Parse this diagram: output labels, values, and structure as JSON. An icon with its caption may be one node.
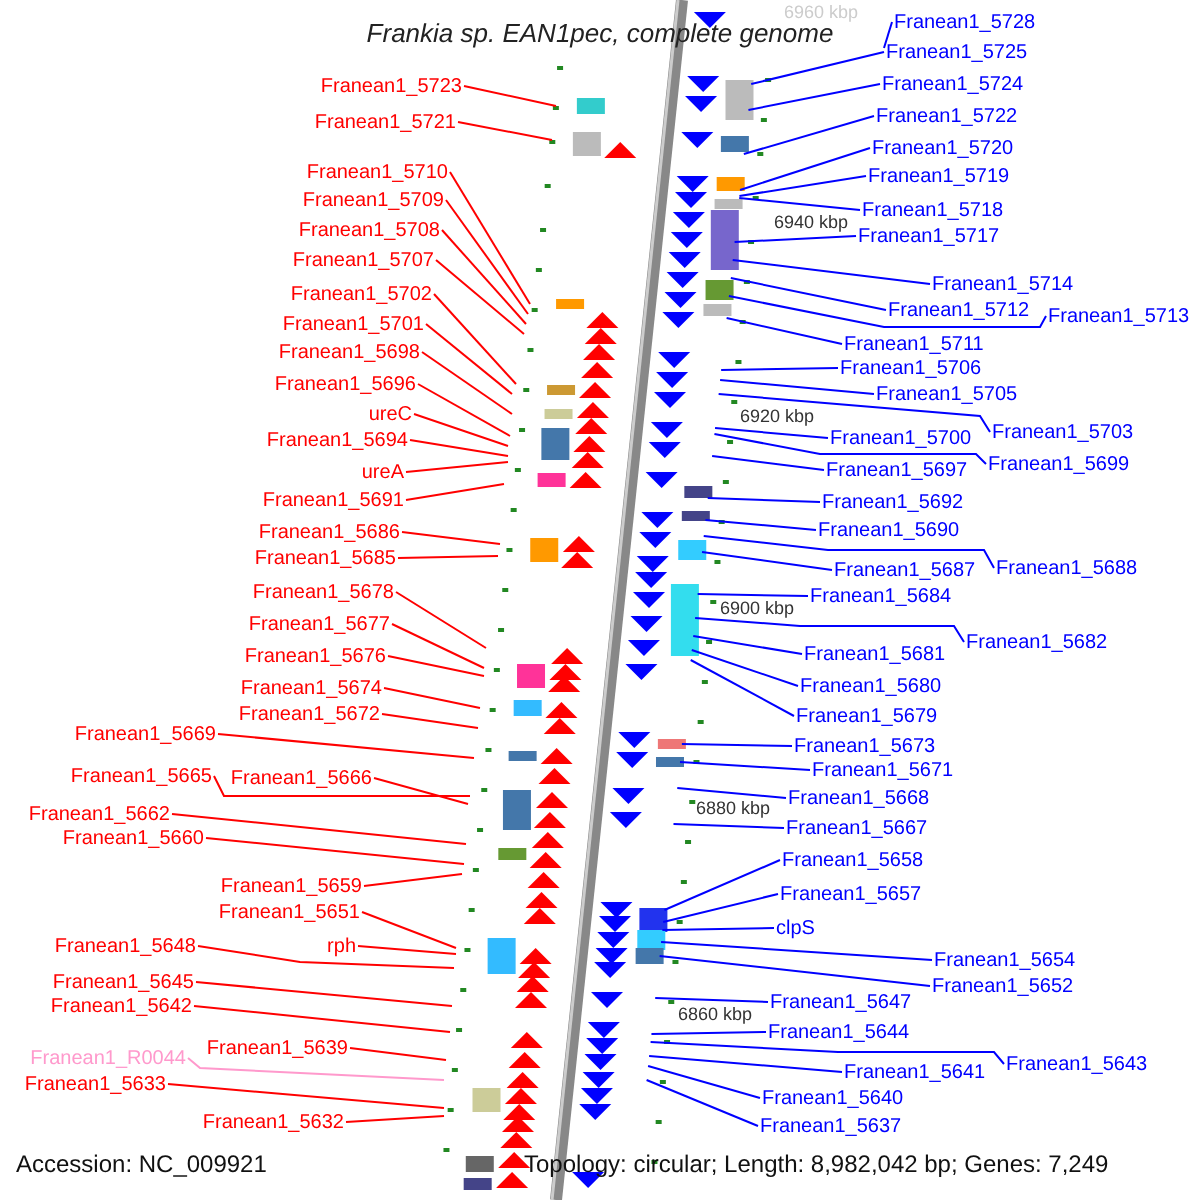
{
  "diagram": {
    "title": "Frankia sp. EAN1pec, complete genome",
    "nodes": [
      {
        "text": [
          "Franean1_5723"
        ]
      },
      {
        "text": [
          "Franean1_5721"
        ]
      },
      {
        "text": [
          "Franean1_5710"
        ]
      },
      {
        "text": [
          "Franean1_5709"
        ]
      },
      {
        "text": [
          "Franean1_5708"
        ]
      },
      {
        "text": [
          "Franean1_5707"
        ]
      },
      {
        "text": [
          "Franean1_5702"
        ]
      },
      {
        "text": [
          "Franean1_5701"
        ]
      },
      {
        "text": [
          "Franean1_5698"
        ]
      },
      {
        "text": [
          "Franean1_5696"
        ]
      },
      {
        "text": [
          "ureC"
        ]
      },
      {
        "text": [
          "Franean1_5694"
        ]
      },
      {
        "text": [
          "ureA"
        ]
      },
      {
        "text": [
          "Franean1_5691"
        ]
      },
      {
        "text": [
          "Franean1_5686"
        ]
      },
      {
        "text": [
          "Franean1_5685"
        ]
      },
      {
        "text": [
          "Franean1_5678"
        ]
      },
      {
        "text": [
          "Franean1_5677"
        ]
      },
      {
        "text": [
          "Franean1_5676"
        ]
      },
      {
        "text": [
          "Franean1_5674"
        ]
      },
      {
        "text": [
          "Franean1_5672"
        ]
      },
      {
        "text": [
          "Franean1_5669"
        ]
      },
      {
        "text": [
          "Franean1_5665"
        ]
      },
      {
        "text": [
          "Franean1_5666"
        ]
      },
      {
        "text": [
          "Franean1_5662"
        ]
      },
      {
        "text": [
          "Franean1_5660"
        ]
      },
      {
        "text": [
          "Franean1_5659"
        ]
      },
      {
        "text": [
          "Franean1_5651"
        ]
      },
      {
        "text": [
          "rph"
        ]
      },
      {
        "text": [
          "Franean1_5648"
        ]
      },
      {
        "text": [
          "Franean1_5645"
        ]
      },
      {
        "text": [
          "Franean1_5642"
        ]
      },
      {
        "text": [
          "Franean1_5639"
        ]
      },
      {
        "text": [
          "Franean1_R0044"
        ]
      },
      {
        "text": [
          "Franean1_5633"
        ]
      },
      {
        "text": [
          "Franean1_5632"
        ]
      },
      {
        "text": [
          "Franean1_5728"
        ]
      },
      {
        "text": [
          "Franean1_5725"
        ]
      },
      {
        "text": [
          "Franean1_5724"
        ]
      },
      {
        "text": [
          "Franean1_5722"
        ]
      },
      {
        "text": [
          "Franean1_5720"
        ]
      },
      {
        "text": [
          "Franean1_5719"
        ]
      },
      {
        "text": [
          "Franean1_5718"
        ]
      },
      {
        "text": [
          "Franean1_5717"
        ]
      },
      {
        "text": [
          "Franean1_5714"
        ]
      },
      {
        "text": [
          "Franean1_5712"
        ]
      },
      {
        "text": [
          "Franean1_5713"
        ]
      },
      {
        "text": [
          "Franean1_5711"
        ]
      },
      {
        "text": [
          "Franean1_5706"
        ]
      },
      {
        "text": [
          "Franean1_5705"
        ]
      },
      {
        "text": [
          "Franean1_5703"
        ]
      },
      {
        "text": [
          "Franean1_5700"
        ]
      },
      {
        "text": [
          "Franean1_5699"
        ]
      },
      {
        "text": [
          "Franean1_5697"
        ]
      },
      {
        "text": [
          "Franean1_5692"
        ]
      },
      {
        "text": [
          "Franean1_5690"
        ]
      },
      {
        "text": [
          "Franean1_5688"
        ]
      },
      {
        "text": [
          "Franean1_5687"
        ]
      },
      {
        "text": [
          "Franean1_5684"
        ]
      },
      {
        "text": [
          "Franean1_5682"
        ]
      },
      {
        "text": [
          "Franean1_5681"
        ]
      },
      {
        "text": [
          "Franean1_5680"
        ]
      },
      {
        "text": [
          "Franean1_5679"
        ]
      },
      {
        "text": [
          "Franean1_5673"
        ]
      },
      {
        "text": [
          "Franean1_5671"
        ]
      },
      {
        "text": [
          "Franean1_5668"
        ]
      },
      {
        "text": [
          "Franean1_5667"
        ]
      },
      {
        "text": [
          "Franean1_5658"
        ]
      },
      {
        "text": [
          "Franean1_5657"
        ]
      },
      {
        "text": [
          "clpS"
        ]
      },
      {
        "text": [
          "Franean1_5654"
        ]
      },
      {
        "text": [
          "Franean1_5652"
        ]
      },
      {
        "text": [
          "Franean1_5647"
        ]
      },
      {
        "text": [
          "Franean1_5644"
        ]
      },
      {
        "text": [
          "Franean1_5643"
        ]
      },
      {
        "text": [
          "Franean1_5641"
        ]
      },
      {
        "text": [
          "Franean1_5640"
        ]
      },
      {
        "text": [
          "Franean1_5637"
        ]
      }
    ],
    "edges": [
      {
        "from": 0,
        "to": null,
        "arrow": "none",
        "color": "#ff0000"
      },
      {
        "from": 1,
        "to": null,
        "arrow": "none",
        "color": "#ff0000"
      },
      {
        "from": 2,
        "to": null,
        "arrow": "none",
        "color": "#ff0000"
      },
      {
        "from": 3,
        "to": null,
        "arrow": "none",
        "color": "#ff0000"
      },
      {
        "from": 4,
        "to": null,
        "arrow": "none",
        "color": "#ff0000"
      },
      {
        "from": 5,
        "to": null,
        "arrow": "none",
        "color": "#ff0000"
      },
      {
        "from": 6,
        "to": null,
        "arrow": "none",
        "color": "#ff0000"
      },
      {
        "from": 7,
        "to": null,
        "arrow": "none",
        "color": "#ff0000"
      },
      {
        "from": 8,
        "to": null,
        "arrow": "none",
        "color": "#ff0000"
      },
      {
        "from": 9,
        "to": null,
        "arrow": "none",
        "color": "#ff0000"
      },
      {
        "from": 10,
        "to": null,
        "arrow": "none",
        "color": "#ff0000"
      },
      {
        "from": 11,
        "to": null,
        "arrow": "none",
        "color": "#ff0000"
      },
      {
        "from": 12,
        "to": null,
        "arrow": "none",
        "color": "#ff0000"
      },
      {
        "from": 13,
        "to": null,
        "arrow": "none",
        "color": "#ff0000"
      },
      {
        "from": 14,
        "to": null,
        "arrow": "none",
        "color": "#ff0000"
      },
      {
        "from": 15,
        "to": null,
        "arrow": "none",
        "color": "#ff0000"
      },
      {
        "from": 16,
        "to": null,
        "arrow": "none",
        "color": "#ff0000"
      },
      {
        "from": 17,
        "to": null,
        "arrow": "none",
        "color": "#ff0000"
      },
      {
        "from": 18,
        "to": null,
        "arrow": "none",
        "color": "#ff0000"
      },
      {
        "from": 19,
        "to": null,
        "arrow": "none",
        "color": "#ff0000"
      },
      {
        "from": 20,
        "to": null,
        "arrow": "none",
        "color": "#ff0000"
      },
      {
        "from": 21,
        "to": null,
        "arrow": "none",
        "color": "#ff0000"
      },
      {
        "from": 22,
        "to": null,
        "arrow": "none",
        "color": "#ff0000"
      },
      {
        "from": 23,
        "to": null,
        "arrow": "none",
        "color": "#ff0000"
      },
      {
        "from": 24,
        "to": null,
        "arrow": "none",
        "color": "#ff0000"
      },
      {
        "from": 25,
        "to": null,
        "arrow": "none",
        "color": "#ff0000"
      },
      {
        "from": 26,
        "to": null,
        "arrow": "none",
        "color": "#ff0000"
      },
      {
        "from": 27,
        "to": null,
        "arrow": "none",
        "color": "#ff0000"
      },
      {
        "from": 28,
        "to": null,
        "arrow": "none",
        "color": "#ff0000"
      },
      {
        "from": 29,
        "to": null,
        "arrow": "none",
        "color": "#ff0000"
      },
      {
        "from": 30,
        "to": null,
        "arrow": "none",
        "color": "#ff0000"
      },
      {
        "from": 31,
        "to": null,
        "arrow": "none",
        "color": "#ff0000"
      },
      {
        "from": 32,
        "to": null,
        "arrow": "none",
        "color": "#ff0000"
      },
      {
        "from": 33,
        "to": null,
        "arrow": "none",
        "color": "#ff99cc"
      },
      {
        "from": 34,
        "to": null,
        "arrow": "none",
        "color": "#ff0000"
      },
      {
        "from": 35,
        "to": null,
        "arrow": "none",
        "color": "#ff0000"
      },
      {
        "from": 36,
        "to": null,
        "arrow": "none"
      },
      {
        "from": 37,
        "to": null,
        "arrow": "none"
      },
      {
        "from": 38,
        "to": null,
        "arrow": "none"
      },
      {
        "from": 39,
        "to": null,
        "arrow": "none"
      },
      {
        "from": 40,
        "to": null,
        "arrow": "none"
      },
      {
        "from": 41,
        "to": null,
        "arrow": "none"
      },
      {
        "from": 42,
        "to": null,
        "arrow": "none"
      },
      {
        "from": 43,
        "to": null,
        "arrow": "none"
      },
      {
        "from": 44,
        "to": null,
        "arrow": "none"
      },
      {
        "from": 45,
        "to": null,
        "arrow": "none"
      },
      {
        "from": 46,
        "to": null,
        "arrow": "none"
      },
      {
        "from": 47,
        "to": null,
        "arrow": "none"
      },
      {
        "from": 48,
        "to": null,
        "arrow": "none"
      },
      {
        "from": 49,
        "to": null,
        "arrow": "none"
      },
      {
        "from": 50,
        "to": null,
        "arrow": "none"
      },
      {
        "from": 51,
        "to": null,
        "arrow": "none"
      },
      {
        "from": 52,
        "to": null,
        "arrow": "none"
      },
      {
        "from": 53,
        "to": null,
        "arrow": "none"
      },
      {
        "from": 54,
        "to": null,
        "arrow": "none"
      },
      {
        "from": 55,
        "to": null,
        "arrow": "none"
      },
      {
        "from": 56,
        "to": null,
        "arrow": "none"
      },
      {
        "from": 57,
        "to": null,
        "arrow": "none"
      },
      {
        "from": 58,
        "to": null,
        "arrow": "none"
      },
      {
        "from": 59,
        "to": null,
        "arrow": "none"
      },
      {
        "from": 60,
        "to": null,
        "arrow": "none"
      },
      {
        "from": 61,
        "to": null,
        "arrow": "none"
      },
      {
        "from": 62,
        "to": null,
        "arrow": "none"
      },
      {
        "from": 63,
        "to": null,
        "arrow": "none"
      },
      {
        "from": 64,
        "to": null,
        "arrow": "none"
      },
      {
        "from": 65,
        "to": null,
        "arrow": "none"
      },
      {
        "from": 66,
        "to": null,
        "arrow": "none"
      },
      {
        "from": 67,
        "to": null,
        "arrow": "none"
      },
      {
        "from": 68,
        "to": null,
        "arrow": "none"
      },
      {
        "from": 69,
        "to": null,
        "arrow": "none"
      },
      {
        "from": 70,
        "to": null,
        "arrow": "none"
      },
      {
        "from": 71,
        "to": null,
        "arrow": "none"
      },
      {
        "from": 72,
        "to": null,
        "arrow": "none"
      },
      {
        "from": 73,
        "to": null,
        "arrow": "none"
      },
      {
        "from": 74,
        "to": null,
        "arrow": "none"
      },
      {
        "from": 75,
        "to": null,
        "arrow": "none"
      },
      {
        "from": 76,
        "to": null,
        "arrow": "none"
      },
      {
        "from": 77,
        "to": null,
        "arrow": "none"
      }
    ],
    "labels": [
      "6960 kbp",
      "6940 kbp",
      "6920 kbp",
      "6900 kbp",
      "6880 kbp",
      "6860 kbp",
      "Accession: NC_009921",
      "Topology: circular; Length: 8,982,042 bp; Genes: 7,249"
    ]
  }
}
